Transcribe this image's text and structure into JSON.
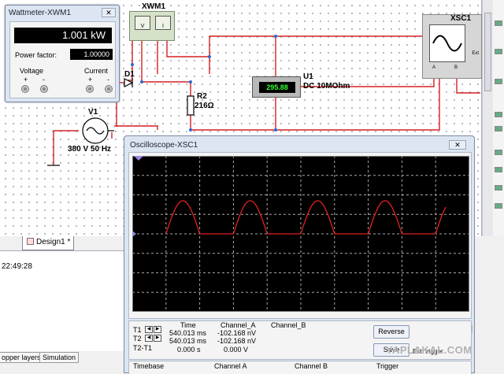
{
  "schematic": {
    "wattmeter_label": "XWM1",
    "diode_label": "D1",
    "resistor_ref": "R2",
    "resistor_value": "216Ω",
    "voltmeter_ref": "U1",
    "voltmeter_reading": "295.88",
    "voltmeter_mode": "DC  10MOhm",
    "source_ref": "V1",
    "source_value": "380 V 50 Hz",
    "scope_label": "XSC1",
    "scope_channel_a": "A",
    "scope_channel_b": "B",
    "scope_ext": "Ext",
    "wattmeter_v": "V",
    "wattmeter_i": "I"
  },
  "wattmeter_window": {
    "title": "Wattmeter-XWM1",
    "power": "1.001 kW",
    "power_factor_label": "Power factor:",
    "power_factor": "1.00000",
    "voltage_label": "Voltage",
    "current_label": "Current",
    "plus": "+",
    "minus": "-"
  },
  "design_tab": "Design1 *",
  "log": {
    "time": "22:49:28"
  },
  "bottom_tabs": [
    "opper layers",
    "Simulation"
  ],
  "oscilloscope": {
    "title": "Oscilloscope-XSC1",
    "t1": "T1",
    "t2": "T2",
    "t2t1": "T2-T1",
    "col_time": "Time",
    "col_a": "Channel_A",
    "col_b": "Channel_B",
    "t1_time": "540.013 ms",
    "t2_time": "540.013 ms",
    "t2t1_time": "0.000 s",
    "t1_a": "-102.168 nV",
    "t2_a": "-102.168 nV",
    "t2t1_a": "0.000 V",
    "reverse": "Reverse",
    "save": "Save",
    "ext_trigger": "Ext. trigger",
    "timebase": "Timebase",
    "channel_a": "Channel A",
    "channel_b": "Channel B",
    "trigger": "Trigger"
  },
  "watermark": "YAPLAKAL.COM",
  "colors": {
    "wire": "#d42020",
    "trace": "#e02020",
    "scope_bg": "#000000",
    "grid": "#a8a8a8"
  },
  "chart_data": {
    "type": "line",
    "series": [
      {
        "half_wave_rectified": true,
        "peaks": 4,
        "amplitude_divisions": 1.7
      }
    ],
    "xlim_divisions": [
      0,
      10
    ],
    "ylim_divisions": [
      -4,
      4
    ],
    "grid": true
  }
}
